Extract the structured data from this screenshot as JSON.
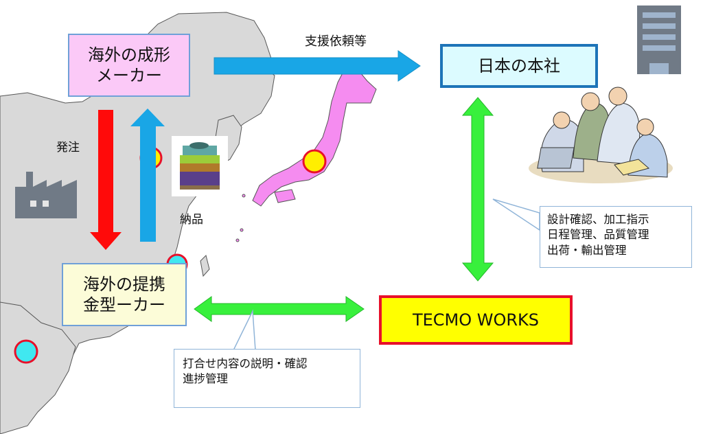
{
  "boxes": {
    "overseas_molder": {
      "line1": "海外の成形",
      "line2": "メーカー"
    },
    "japan_hq": {
      "label": "日本の本社"
    },
    "overseas_partner": {
      "line1": "海外の提携",
      "line2": "金型ーカー"
    },
    "tecmo": {
      "label": "TECMO WORKS"
    }
  },
  "labels": {
    "support_request": "支援依頼等",
    "order": "発注",
    "delivery": "納品"
  },
  "notes": {
    "hq_tasks": [
      "設計確認、加工指示",
      "日程管理、品質管理",
      "出荷・輸出管理"
    ],
    "partner_tasks": [
      "打合せ内容の説明・確認",
      "進捗管理"
    ]
  },
  "colors": {
    "map_land": "#d9d9d9",
    "japan": "#f58cf0",
    "location_marker_fill": "#ffee00",
    "location_marker_fill_alt": "#40e8f0",
    "location_marker_border": "#e8102a",
    "blue_arrow": "#19a6e6",
    "red_arrow": "#ff0a0a",
    "green_arrow": "#38f03c",
    "molder_box_fill": "#fbc9f7",
    "molder_box_border": "#6fa0d8",
    "hq_box_fill": "#dcfbff",
    "hq_box_border": "#1d74b8",
    "partner_box_fill": "#fcfcd8",
    "partner_box_border": "#6fa0d8",
    "tecmo_box_fill": "#ffff00",
    "tecmo_box_border": "#e8102a",
    "icon_gray": "#707a86"
  },
  "icons": [
    "factory-icon",
    "office-building-icon",
    "mold-image",
    "business-meeting-image",
    "location-marker"
  ]
}
